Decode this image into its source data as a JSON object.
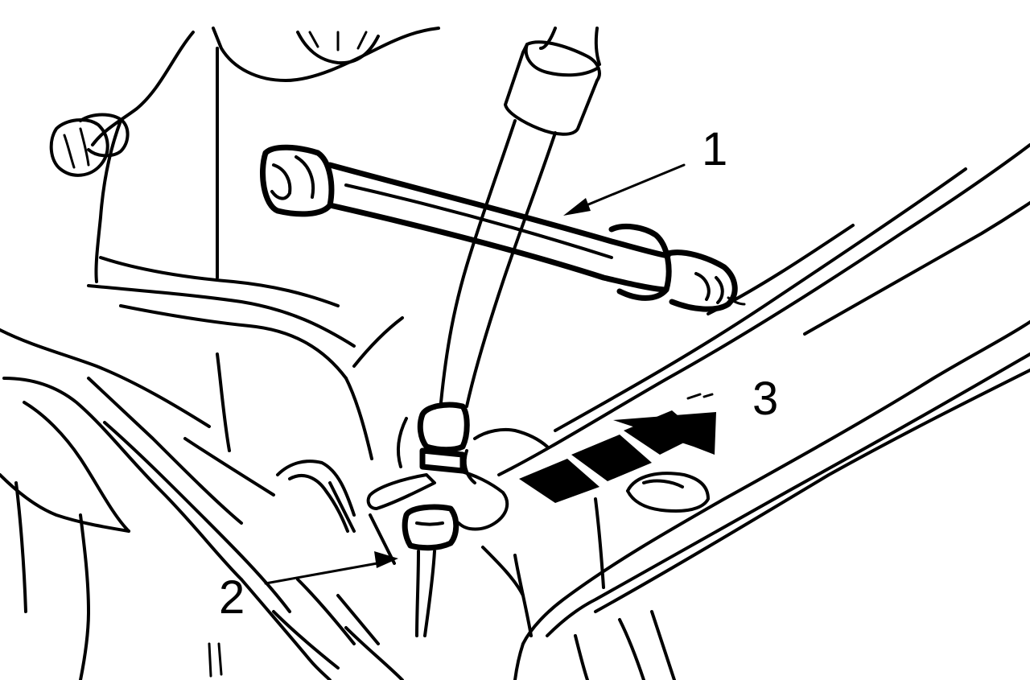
{
  "callouts": {
    "item1": "1",
    "item2": "2",
    "item3": "3"
  },
  "colors": {
    "ink": "#000000",
    "background": "#ffffff"
  }
}
